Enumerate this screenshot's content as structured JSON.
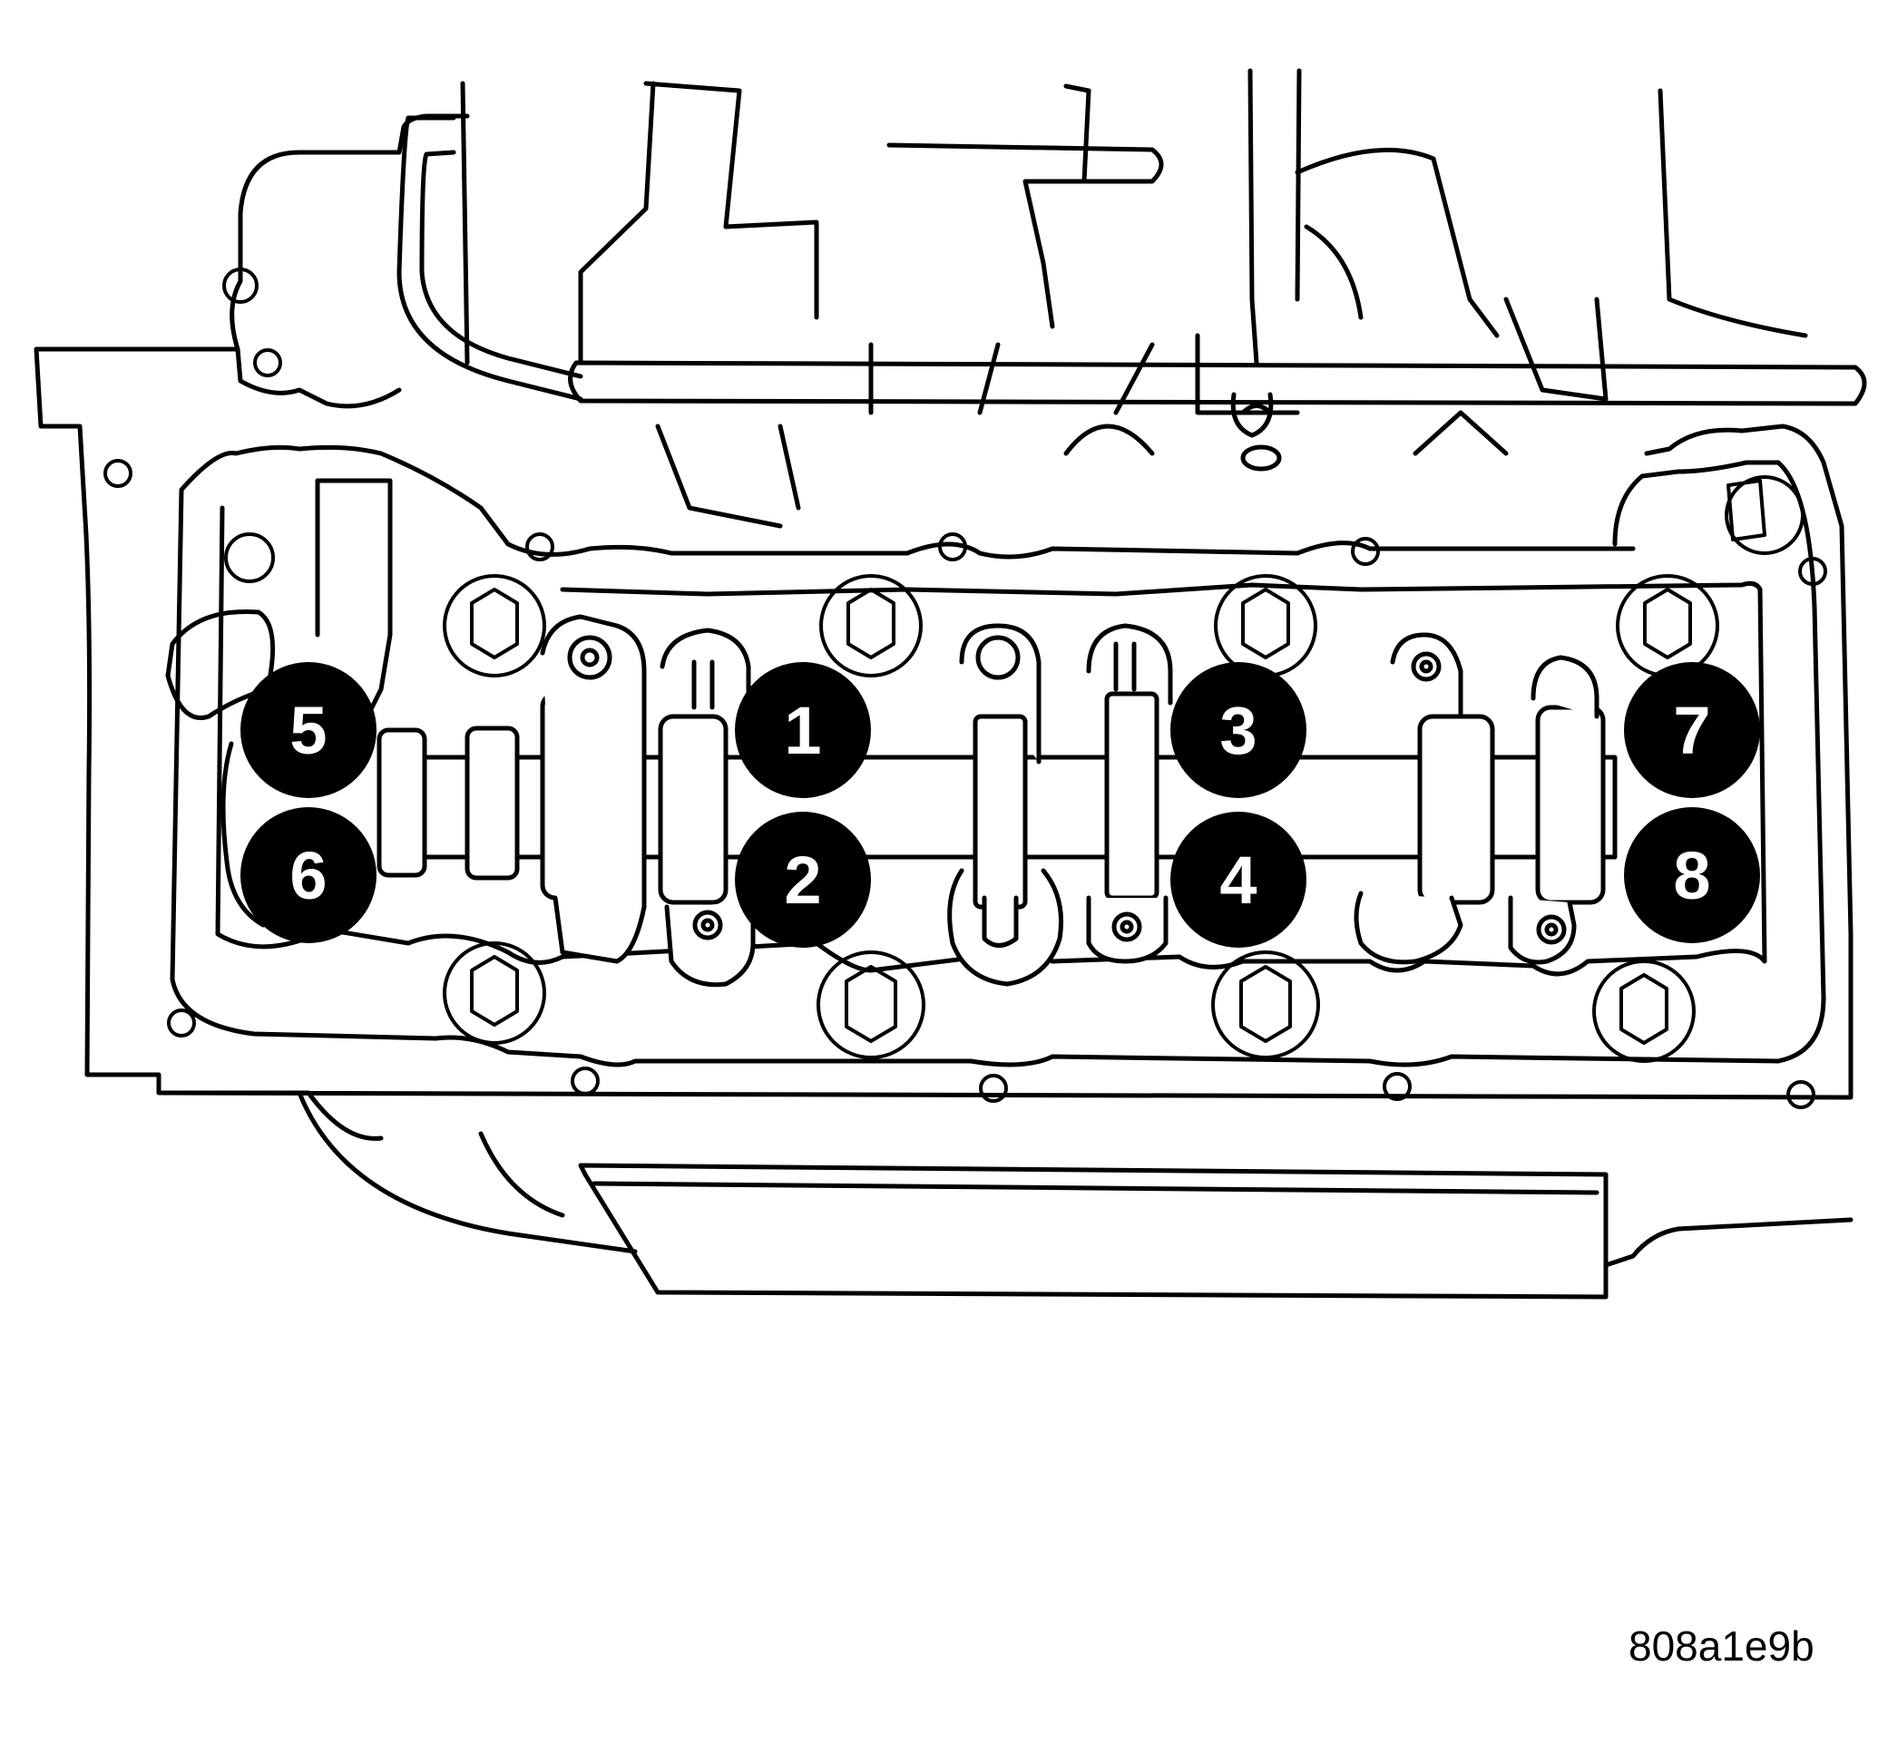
{
  "figure_code": "808a1e9b",
  "colors": {
    "line": "#000000",
    "fill": "#ffffff",
    "marker": "#000000",
    "marker_text": "#ffffff"
  },
  "markers": [
    {
      "label": "1"
    },
    {
      "label": "2"
    },
    {
      "label": "3"
    },
    {
      "label": "4"
    },
    {
      "label": "5"
    },
    {
      "label": "6"
    },
    {
      "label": "7"
    },
    {
      "label": "8"
    }
  ]
}
